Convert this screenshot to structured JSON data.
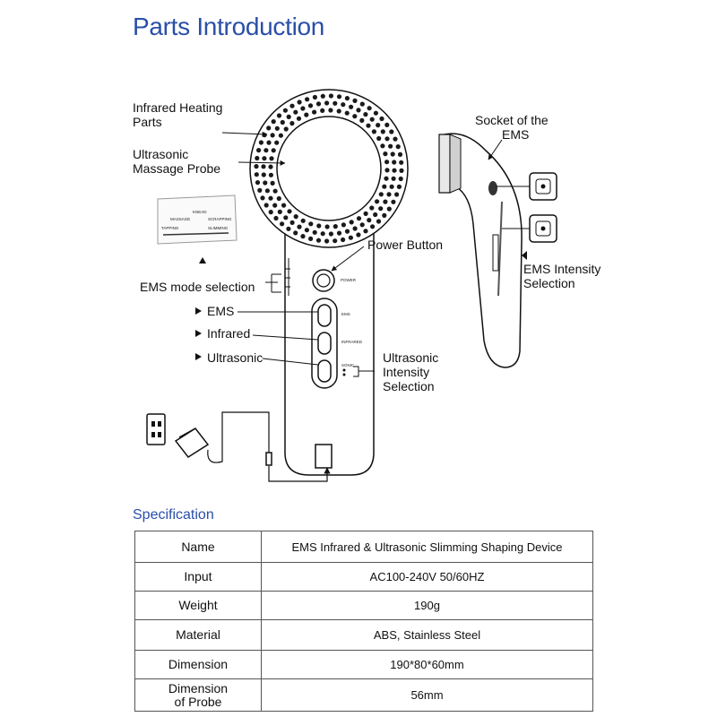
{
  "title": "Parts Introduction",
  "labels": {
    "infrared_heating_1": "Infrared Heating",
    "infrared_heating_2": "Parts",
    "ultrasonic_probe_1": "Ultrasonic",
    "ultrasonic_probe_2": "Massage Probe",
    "socket_1": "Socket of the",
    "socket_2": "EMS",
    "power_button": "Power Button",
    "ems_intensity_1": "EMS Intensity",
    "ems_intensity_2": "Selection",
    "ems_mode": "EMS mode selection",
    "ems": "EMS",
    "infrared": "Infrared",
    "ultrasonic": "Ultrasonic",
    "ultra_intensity_1": "Ultrasonic",
    "ultra_intensity_2": "Intensity",
    "ultra_intensity_3": "Selection"
  },
  "device_text": {
    "power": "POWER",
    "ems": "EMS",
    "infrared": "INFRARED",
    "sonic": "SONIC",
    "inset_massage": "MASSAGE",
    "inset_knead": "KNEAD",
    "inset_tapping": "TAPPING",
    "inset_scrapping": "SCRAPPING",
    "inset_slimming": "SLIMMING"
  },
  "spec_title": "Specification",
  "spec_rows": [
    {
      "key": "Name",
      "value": "EMS Infrared & Ultrasonic Slimming Shaping Device"
    },
    {
      "key": "Input",
      "value": "AC100-240V 50/60HZ"
    },
    {
      "key": "Weight",
      "value": "190g"
    },
    {
      "key": "Material",
      "value": "ABS, Stainless Steel"
    },
    {
      "key": "Dimension",
      "value": "190*80*60mm"
    },
    {
      "key": "Dimension of Probe",
      "key_line1": "Dimension",
      "key_line2": "of Probe",
      "value": "56mm"
    }
  ],
  "colors": {
    "heading": "#2a4fa8",
    "line": "#111111"
  }
}
